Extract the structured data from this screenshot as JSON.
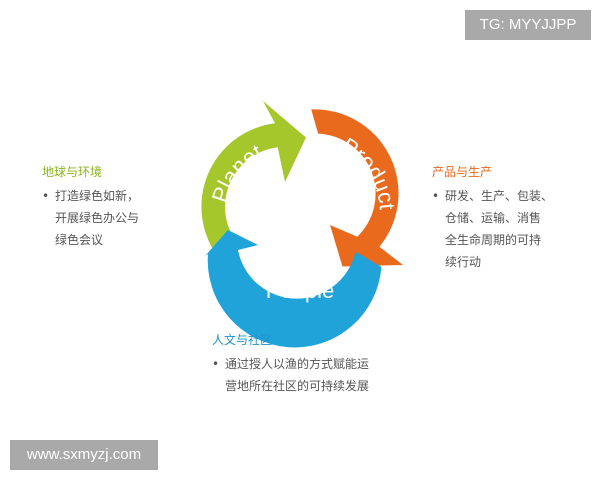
{
  "watermarks": {
    "tg": "TG: MYYJJPP",
    "site": "www.sxmyzj.com"
  },
  "colors": {
    "planet": "#a6c72c",
    "product": "#ea6a1d",
    "people": "#1fa3d9",
    "planet_title": "#8cb522",
    "product_title": "#e8681a",
    "people_title": "#2390cc",
    "text": "#555555"
  },
  "cycle": {
    "planet_label": "Planet",
    "product_label": "Product",
    "people_label": "People"
  },
  "sections": {
    "planet": {
      "title": "地球与环境",
      "lines": [
        "打造绿色如新，",
        "开展绿色办公与",
        "绿色会议"
      ]
    },
    "product": {
      "title": "产品与生产",
      "lines": [
        "研发、生产、包装、",
        "仓储、运输、消售",
        "全生命周期的可持",
        "续行动"
      ]
    },
    "people": {
      "title": "人文与社区",
      "lines": [
        "通过授人以渔的方式赋能运",
        "营地所在社区的可持续发展"
      ]
    }
  }
}
